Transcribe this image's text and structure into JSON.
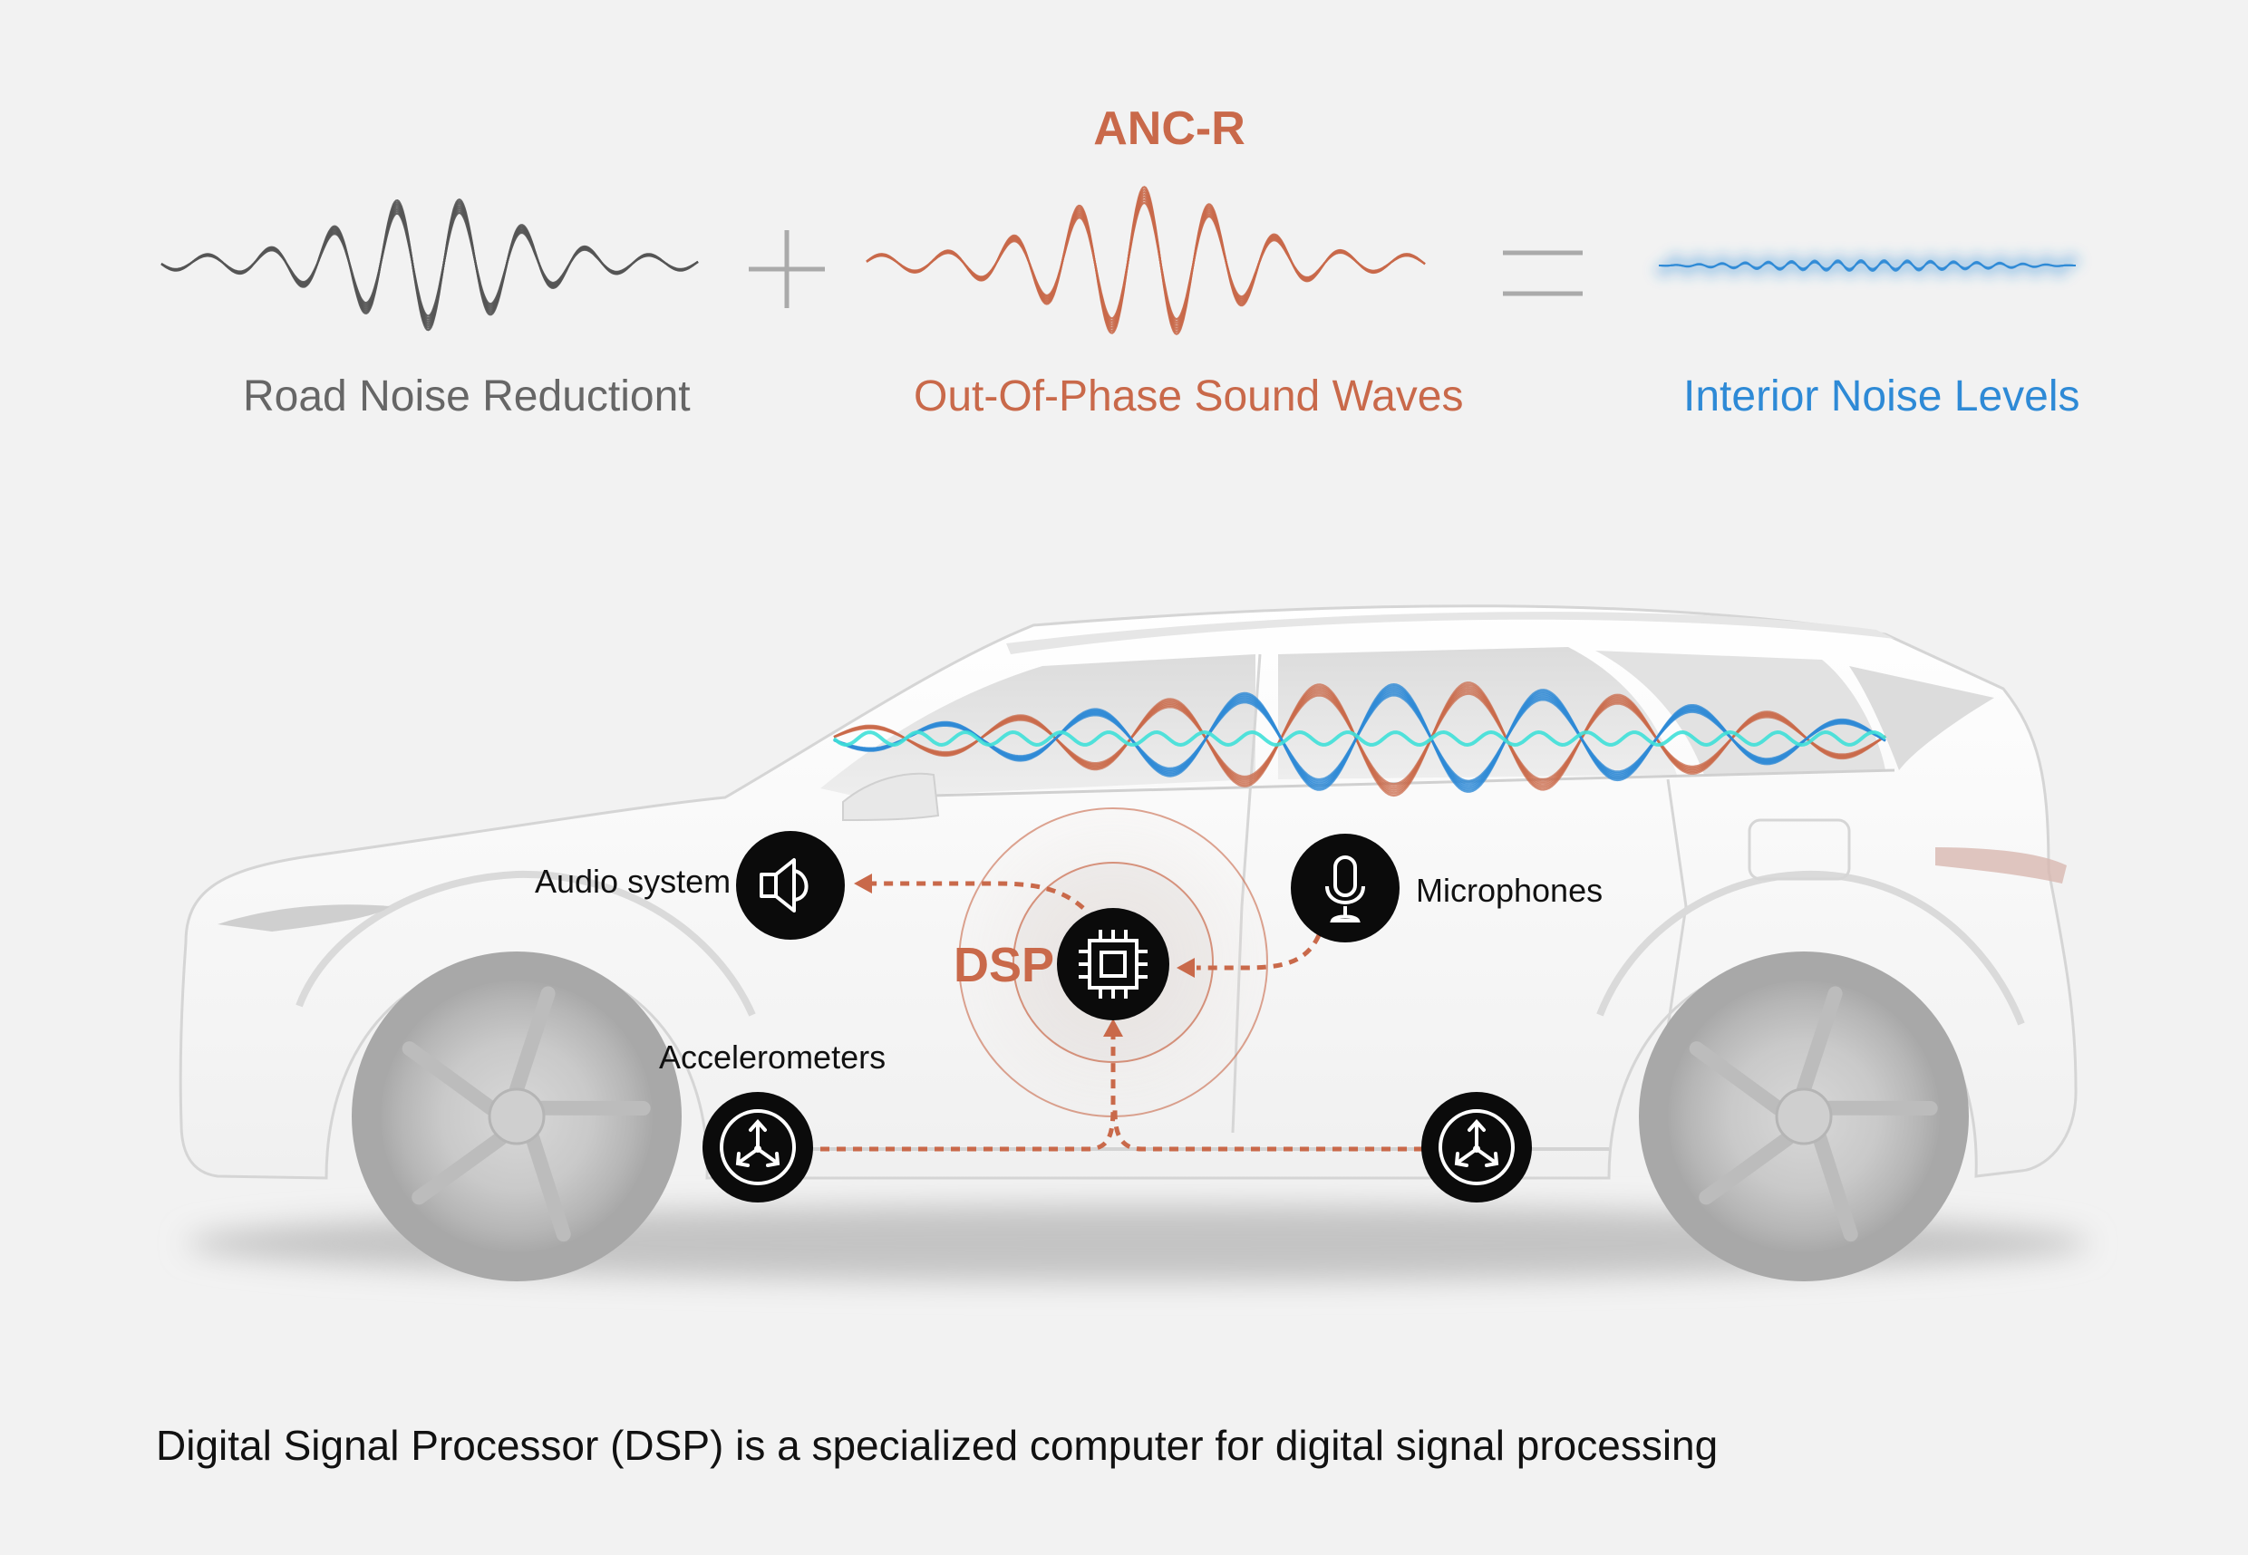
{
  "header": {
    "title": "ANC-R"
  },
  "equation": {
    "term1_label": "Road Noise Reductiont",
    "term2_label": "Out-Of-Phase Sound Waves",
    "result_label": "Interior Noise Levels",
    "plus_symbol": "+",
    "equals_symbol": "="
  },
  "diagram": {
    "audio_label": "Audio system",
    "mic_label": "Microphones",
    "accel_label": "Accelerometers",
    "dsp_label": "DSP"
  },
  "footer": {
    "caption": "Digital Signal Processor (DSP) is a specialized computer for digital signal processing"
  },
  "colors": {
    "accent_orange": "#c9694a",
    "accent_blue": "#2e8ad6",
    "wave_gray": "#555555",
    "label_gray": "#666666",
    "symbol_gray": "#aaaaaa",
    "cyan_wave": "#3fe0d8"
  },
  "icons": {
    "speaker": "speaker-icon",
    "microphone": "microphone-icon",
    "chip": "chip-icon",
    "accelerometer": "accelerometer-icon"
  }
}
